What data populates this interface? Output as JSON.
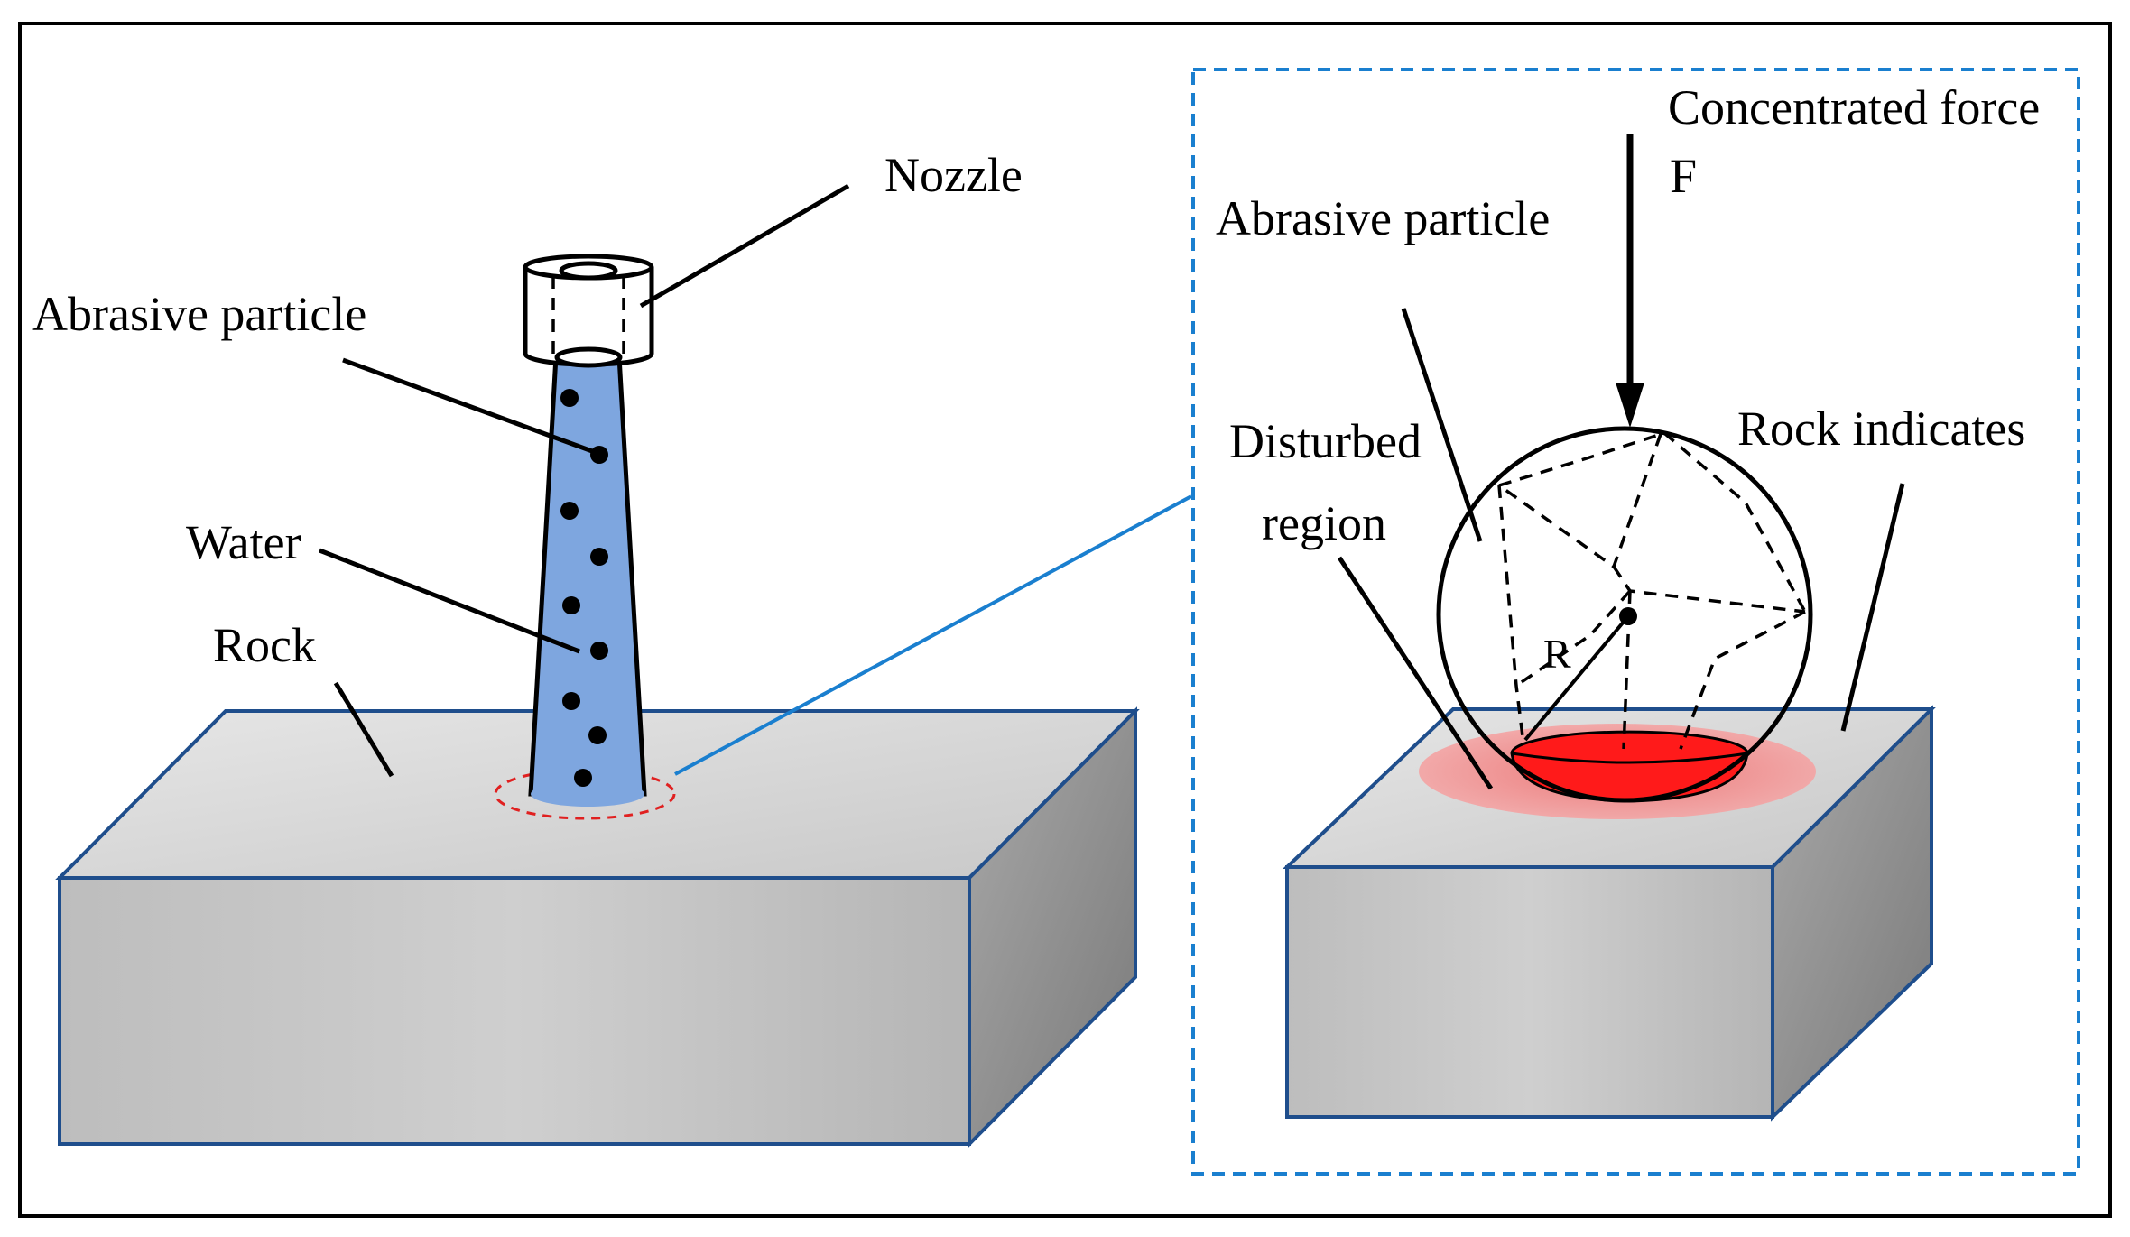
{
  "labels": {
    "nozzle": "Nozzle",
    "abrasive_particle_left": "Abrasive particle",
    "water": "Water",
    "rock": "Rock",
    "concentrated_force_line1": "Concentrated force",
    "concentrated_force_line2": "F",
    "abrasive_particle_right": "Abrasive particle",
    "disturbed_line1": "Disturbed",
    "disturbed_line2": "region",
    "rock_indicates": "Rock indicates",
    "radius": "R"
  },
  "colors": {
    "rock_top": "#cfcfcf",
    "rock_front": "#c4c4c4",
    "rock_side": "#9a9a9a",
    "rock_edge": "#1f4e8c",
    "water_jet": "#7ea6df",
    "callout_line": "#1a7fcf",
    "disturbed_outer": "#f08a8a",
    "disturbed_inner": "#ff1a1a",
    "dashed_circle": "#e02020"
  }
}
